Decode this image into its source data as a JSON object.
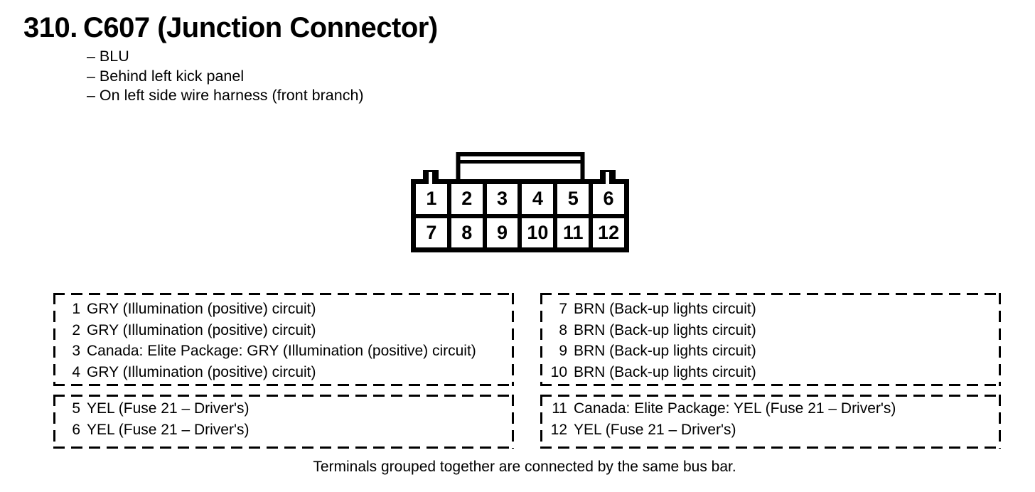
{
  "title": {
    "number": "310.",
    "text": "C607 (Junction Connector)"
  },
  "notes": [
    "– BLU",
    "– Behind left kick panel",
    "– On left side wire harness (front branch)"
  ],
  "connector": {
    "pins": [
      "1",
      "2",
      "3",
      "4",
      "5",
      "6",
      "7",
      "8",
      "9",
      "10",
      "11",
      "12"
    ]
  },
  "terminal_groups": [
    {
      "rows": [
        {
          "pin": "1",
          "desc": "GRY (Illumination (positive) circuit)"
        },
        {
          "pin": "2",
          "desc": "GRY (Illumination (positive) circuit)"
        },
        {
          "pin": "3",
          "desc": "Canada: Elite Package: GRY (Illumination (positive) circuit)"
        },
        {
          "pin": "4",
          "desc": "GRY (Illumination (positive) circuit)"
        }
      ]
    },
    {
      "rows": [
        {
          "pin": "5",
          "desc": "YEL (Fuse 21 – Driver's)"
        },
        {
          "pin": "6",
          "desc": "YEL (Fuse 21 – Driver's)"
        }
      ]
    },
    {
      "rows": [
        {
          "pin": "7",
          "desc": "BRN (Back-up lights circuit)"
        },
        {
          "pin": "8",
          "desc": "BRN (Back-up lights circuit)"
        },
        {
          "pin": "9",
          "desc": "BRN (Back-up lights circuit)"
        },
        {
          "pin": "10",
          "desc": "BRN (Back-up lights circuit)"
        }
      ]
    },
    {
      "rows": [
        {
          "pin": "11",
          "desc": "Canada: Elite Package: YEL (Fuse 21 – Driver's)"
        },
        {
          "pin": "12",
          "desc": "YEL (Fuse 21 – Driver's)"
        }
      ]
    }
  ],
  "caption": "Terminals grouped together are connected by the same bus bar.",
  "colors": {
    "ink": "#000000",
    "paper": "#ffffff"
  }
}
